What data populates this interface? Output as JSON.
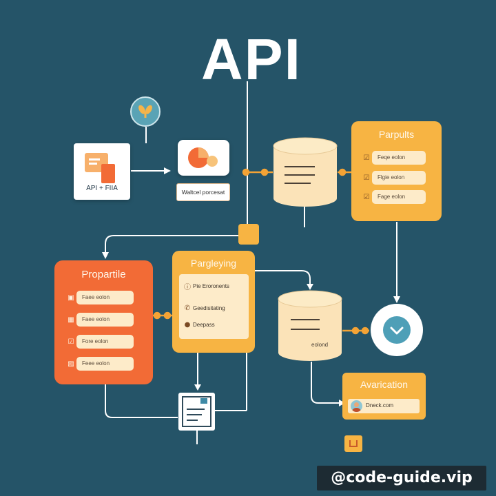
{
  "diagram": {
    "title": "API",
    "api_box_label": "API + FIIA",
    "speech_box_label": "Waltcel porcesat",
    "parpults": {
      "title": "Parpults",
      "rows": [
        {
          "icon": "checkbox-icon",
          "text": "Feqe eolon"
        },
        {
          "icon": "checkbox-icon",
          "text": "Flgie eolon"
        },
        {
          "icon": "checkbox-icon",
          "text": "Fage eolon"
        }
      ]
    },
    "propartile": {
      "title": "Propartile",
      "rows": [
        {
          "icon": "calendar-icon",
          "text": "Faee eolon"
        },
        {
          "icon": "grid-icon",
          "text": "Faee eolon"
        },
        {
          "icon": "check-icon",
          "text": "Fore eolon"
        },
        {
          "icon": "image-icon",
          "text": "Feee eolon"
        }
      ]
    },
    "pargleying": {
      "title": "Pargleying",
      "rows": [
        {
          "icon": "info-icon",
          "text": "Pie Eroronents"
        },
        {
          "icon": "phone-icon",
          "text": "Geedisitating"
        },
        {
          "icon": "bullet-icon",
          "text": "Deepass"
        }
      ]
    },
    "database_label": "eolond",
    "avarication": {
      "title": "Avarication",
      "row_text": "Dneck.com"
    },
    "watermark": "@code-guide.vip"
  }
}
